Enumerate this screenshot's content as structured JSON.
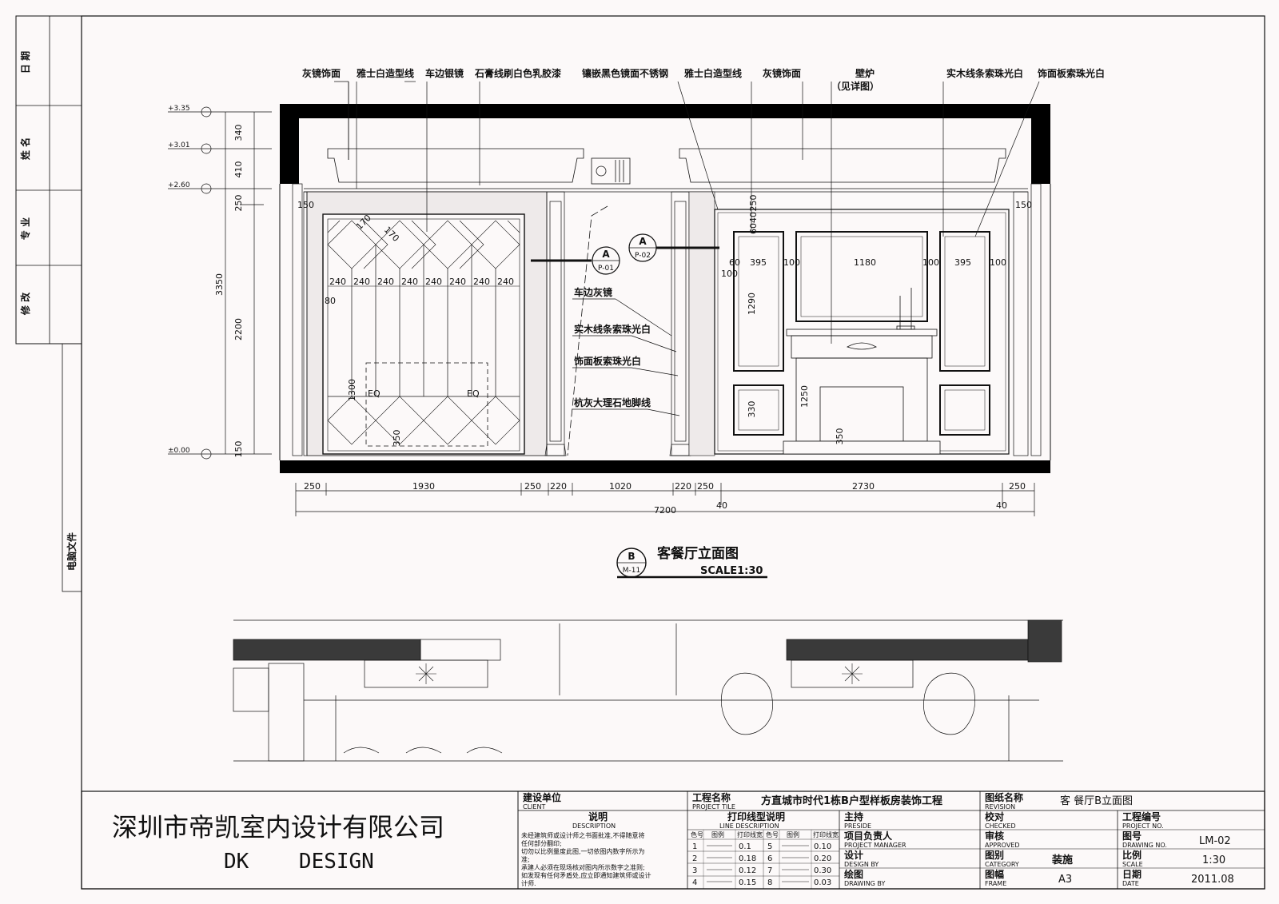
{
  "left_strip": {
    "labels": [
      "日 期",
      "姓 名",
      "专 业",
      "修 改"
    ],
    "file_label": "电脑文件"
  },
  "annotations_top": [
    "灰镜饰面",
    "雅士白造型线",
    "车边银镜",
    "石膏线刷白色乳胶漆",
    "镶嵌黑色镜面不锈钢",
    "雅士白造型线",
    "灰镜饰面",
    "壁炉",
    "（见详图）",
    "实木线条索珠光白",
    "饰面板索珠光白"
  ],
  "annotations_mid": [
    "车边灰镜",
    "实木线条索珠光白",
    "饰面板索珠光白",
    "杭灰大理石地脚线"
  ],
  "levels": [
    "+3.35",
    "+3.01",
    "+2.60",
    "±0.00"
  ],
  "left_dims": [
    "340",
    "410",
    "250",
    "150",
    "3350",
    "2200",
    "1300",
    "350",
    "80"
  ],
  "panel_dims": [
    "240",
    "170",
    "170"
  ],
  "panel_marks": [
    "EQ",
    "EQ"
  ],
  "right_dims": [
    "250",
    "60",
    "40",
    "60",
    "100",
    "395",
    "1180",
    "1290",
    "1250",
    "330",
    "350",
    "150"
  ],
  "bottom_dims": [
    "250",
    "1930",
    "250",
    "220",
    "1020",
    "220",
    "250",
    "2730",
    "250",
    "7200",
    "40",
    "40"
  ],
  "section_markers": [
    {
      "letter": "A",
      "code": "P-01"
    },
    {
      "letter": "A",
      "code": "P-02"
    }
  ],
  "drawing_title": {
    "marker_letter": "B",
    "marker_code": "M-11",
    "title": "客餐厅立面图",
    "scale": "SCALE1:30"
  },
  "title_block": {
    "company_cn": "深圳市帝凯室内设计有限公司",
    "company_en": "DK    DESIGN",
    "client_cn": "建设单位",
    "client_en": "CLIENT",
    "project_title_cn": "工程名称",
    "project_title_en": "PROJECT TILE",
    "project_name": "方直城市时代1栋B户型样板房装饰工程",
    "revision_cn": "图纸名称",
    "revision_en": "REVISION",
    "drawing_name": "客 餐厅B立面图",
    "description_cn": "说明",
    "description_en": "DESCRIPTION",
    "notes": [
      "未经建筑师或设计师之书面批准,不得随意将",
      "任何部分翻印;",
      "切勿以比例量度此图,一切依图内数字所示为",
      "准;",
      "承建人必须在现场核对图内所示数字之准则;",
      "如发现有任何矛盾处,应立即通知建筑师或设计",
      "计师."
    ],
    "line_desc_cn": "打印线型说明",
    "line_desc_en": "LINE DESCRIPTION",
    "line_headers": [
      "色号",
      "图例",
      "打印线宽"
    ],
    "line_rows": [
      [
        "1",
        "0.1",
        "5",
        "0.10"
      ],
      [
        "2",
        "0.18",
        "6",
        "0.20"
      ],
      [
        "3",
        "0.12",
        "7",
        "0.30"
      ],
      [
        "4",
        "0.15",
        "8",
        "0.03"
      ]
    ],
    "preside_cn": "主持",
    "preside_en": "PRESIDE",
    "pm_cn": "项目负责人",
    "pm_en": "PROJECT MANAGER",
    "design_cn": "设计",
    "design_en": "DESIGN BY",
    "drawing_cn": "绘图",
    "drawing_en": "DRAWING BY",
    "checked_cn": "校对",
    "checked_en": "CHECKED",
    "approved_cn": "审核",
    "approved_en": "APPROVED",
    "category_cn": "图别",
    "category_en": "CATEGORY",
    "category_value": "装施",
    "frame_cn": "图幅",
    "frame_en": "FRAME",
    "frame_value": "A3",
    "project_no_cn": "工程编号",
    "project_no_en": "PROJECT NO.",
    "drawing_no_cn": "图号",
    "drawing_no_en": "DRAWING NO.",
    "drawing_no_value": "LM-02",
    "scale_cn": "比例",
    "scale_en": "SCALE",
    "scale_value": "1:30",
    "date_cn": "日期",
    "date_en": "DATE",
    "date_value": "2011.08"
  }
}
